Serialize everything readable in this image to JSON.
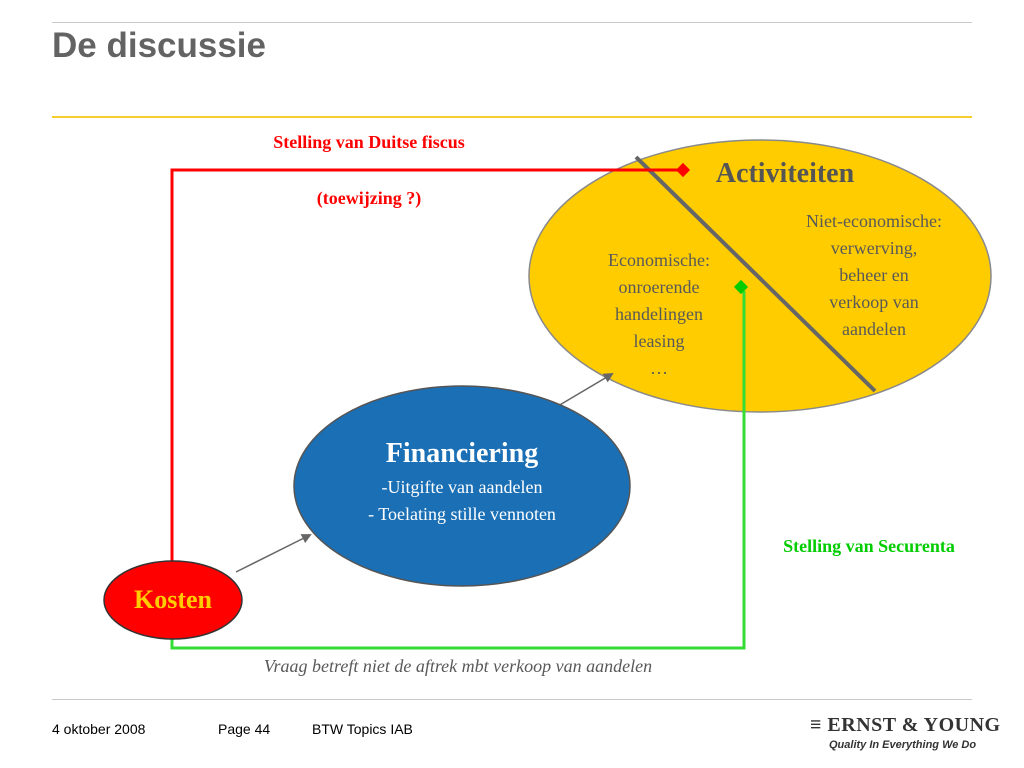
{
  "slide": {
    "title": "De discussie"
  },
  "diagram": {
    "red_claim_line1": "Stelling van Duitse fiscus",
    "red_claim_line2": "(toewijzing ?)",
    "activities_title": "Activiteiten",
    "economic_lines": [
      "Economische:",
      "onroerende",
      "handelingen",
      "leasing",
      "…"
    ],
    "non_economic_lines": [
      "Niet-economische:",
      "verwerving,",
      "beheer en",
      "verkoop van",
      "aandelen"
    ],
    "financing_title": "Financiering",
    "financing_lines": [
      "-Uitgifte van aandelen",
      "- Toelating stille vennoten"
    ],
    "costs_label": "Kosten",
    "green_claim": "Stelling van Securenta",
    "question_note": "Vraag betreft niet de aftrek mbt verkoop van aandelen",
    "colors": {
      "red": "#ff0000",
      "green": "#00cc00",
      "gold": "#ffcc00",
      "blue": "#1b6fb5",
      "costs_text": "#ffcc00",
      "note_gray": "#595959",
      "divider": "#666666"
    }
  },
  "footer": {
    "date": "4 oktober 2008",
    "page": "Page 44",
    "topic": "BTW Topics IAB",
    "logo_name": "ERNST & YOUNG",
    "logo_tagline": "Quality In Everything We Do"
  }
}
